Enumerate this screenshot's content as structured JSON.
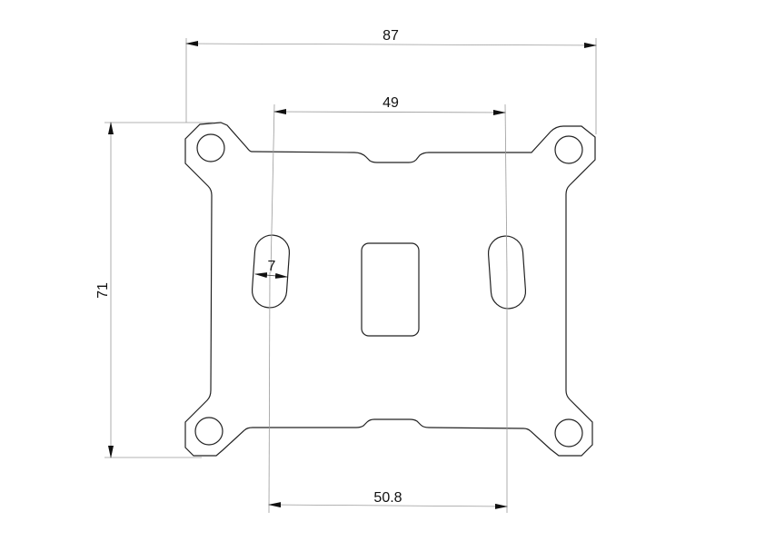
{
  "dimensions": {
    "overall_width": "87",
    "hole_spacing_top": "49",
    "overall_height": "71",
    "hole_spacing_bottom": "50.8",
    "slot_width": "7"
  }
}
